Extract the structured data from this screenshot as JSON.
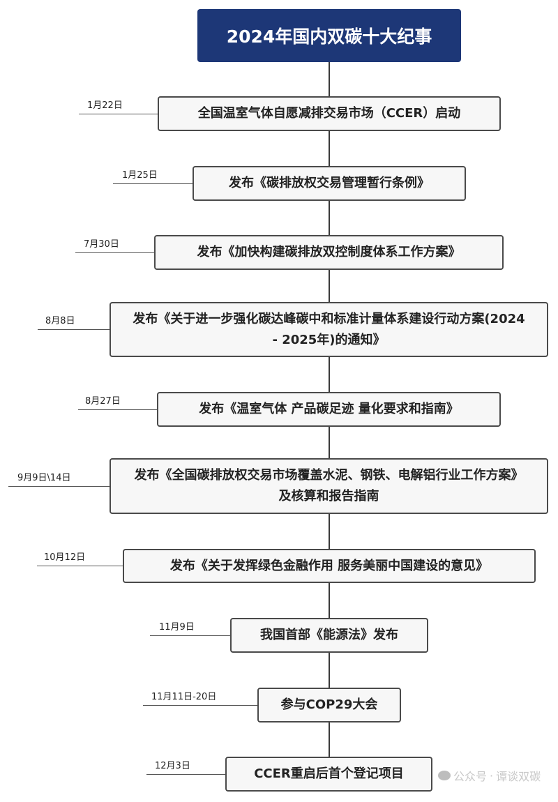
{
  "title": "2024年国内双碳十大纪事",
  "events": [
    {
      "date": "1月22日",
      "text": "全国温室气体自愿减排交易市场（CCER）启动"
    },
    {
      "date": "1月25日",
      "text": "发布《碳排放权交易管理暂行条例》"
    },
    {
      "date": "7月30日",
      "text": "发布《加快构建碳排放双控制度体系工作方案》"
    },
    {
      "date": "8月8日",
      "text": "发布《关于进一步强化碳达峰碳中和标准计量体系建设行动方案(2024 - 2025年)的通知》"
    },
    {
      "date": "8月27日",
      "text": "发布《温室气体 产品碳足迹 量化要求和指南》"
    },
    {
      "date": "9月9日\\14日",
      "text": "发布《全国碳排放权交易市场覆盖水泥、钢铁、电解铝行业工作方案》及核算和报告指南"
    },
    {
      "date": "10月12日",
      "text": "发布《关于发挥绿色金融作用 服务美丽中国建设的意见》"
    },
    {
      "date": "11月9日",
      "text": "我国首部《能源法》发布"
    },
    {
      "date": "11月11日-20日",
      "text": "参与COP29大会"
    },
    {
      "date": "12月3日",
      "text": "CCER重启后首个登记项目"
    }
  ],
  "watermark": {
    "prefix": "公众号",
    "separator": "·",
    "name": "谭谈双碳"
  },
  "colors": {
    "title_bg": "#1d3777",
    "box_bg": "#f7f7f7",
    "border": "#4a4a4a"
  }
}
